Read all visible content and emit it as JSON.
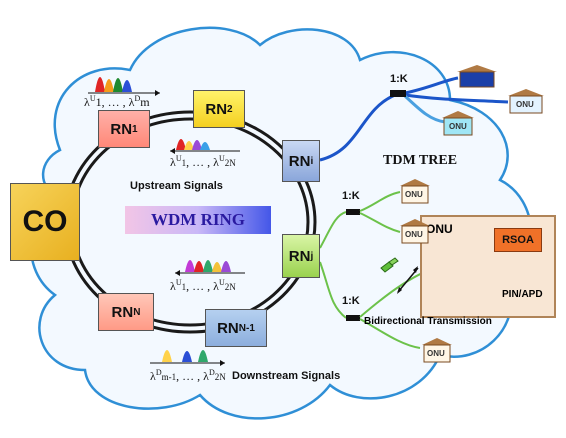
{
  "nodes": {
    "co": "CO",
    "rn1": {
      "main": "RN",
      "sub": "1"
    },
    "rn2": {
      "main": "RN",
      "sub": "2"
    },
    "rni": {
      "main": "RN",
      "sub": "i"
    },
    "rnj": {
      "main": "RN",
      "sub": "j"
    },
    "rnn": {
      "main": "RN",
      "sub": "N"
    },
    "rnn1": {
      "main": "RN",
      "sub": "N-1"
    }
  },
  "ring_label": "WDM RING",
  "signals": {
    "upstream": "Upstream Signals",
    "downstream": "Downstream Signals"
  },
  "tdm_tree": "TDM TREE",
  "splitters": [
    "1:K",
    "1:K",
    "1:K"
  ],
  "onu": {
    "box_title": "ONU",
    "rsoa": "RSOA",
    "pin_apd": "PIN/APD",
    "house_label": "ONU"
  },
  "bidirectional": "Bidirectional Transmission",
  "colors": {
    "ring": "#1a1a1a",
    "cloud": "#2f8fd6",
    "fiber_blue": "#1b55c9",
    "fiber_green": "#6cc24a",
    "rsoa": "#f07128"
  }
}
